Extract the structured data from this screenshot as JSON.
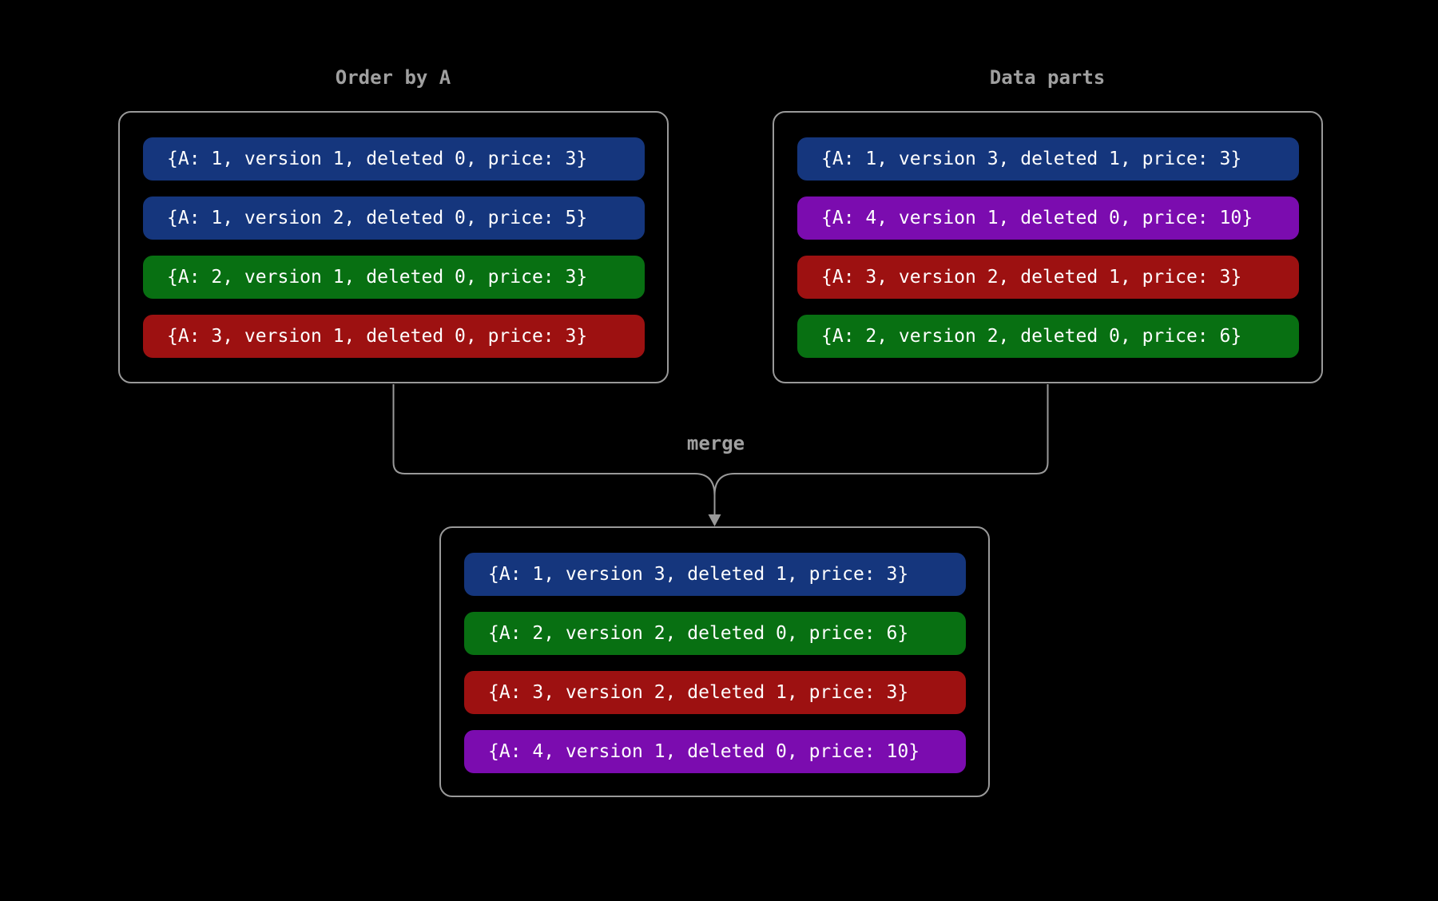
{
  "diagram": {
    "left_box": {
      "title": "Order by A",
      "rows": [
        {
          "text": "{A: 1, version 1, deleted 0, price: 3}",
          "color": "#15367D"
        },
        {
          "text": "{A: 1, version 2, deleted 0, price: 5}",
          "color": "#15367D"
        },
        {
          "text": "{A: 2, version 1, deleted 0, price: 3}",
          "color": "#087012"
        },
        {
          "text": "{A: 3, version 1, deleted 0, price: 3}",
          "color": "#9D1111"
        }
      ]
    },
    "right_box": {
      "title": "Data parts",
      "rows": [
        {
          "text": "{A: 1, version 3, deleted 1, price: 3}",
          "color": "#15367D"
        },
        {
          "text": "{A: 4, version 1, deleted 0, price: 10}",
          "color": "#7B0CAF"
        },
        {
          "text": "{A: 3, version 2, deleted 1, price: 3}",
          "color": "#9D1111"
        },
        {
          "text": "{A: 2, version 2, deleted 0, price: 6}",
          "color": "#087012"
        }
      ]
    },
    "merge_label": "merge",
    "merged_box": {
      "rows": [
        {
          "text": "{A: 1, version 3, deleted 1, price: 3}",
          "color": "#15367D"
        },
        {
          "text": "{A: 2, version 2, deleted 0, price: 6}",
          "color": "#087012"
        },
        {
          "text": "{A: 3, version 2, deleted 1, price: 3}",
          "color": "#9D1111"
        },
        {
          "text": "{A: 4, version 1, deleted 0, price: 10}",
          "color": "#7B0CAF"
        }
      ]
    }
  },
  "colors": {
    "background": "#000000",
    "line_gray": "#999999",
    "label_gray": "#A0A0A0",
    "row_text": "#FFFFFF",
    "blue": "#15367D",
    "green": "#087012",
    "red": "#9D1111",
    "purple": "#7B0CAF"
  }
}
